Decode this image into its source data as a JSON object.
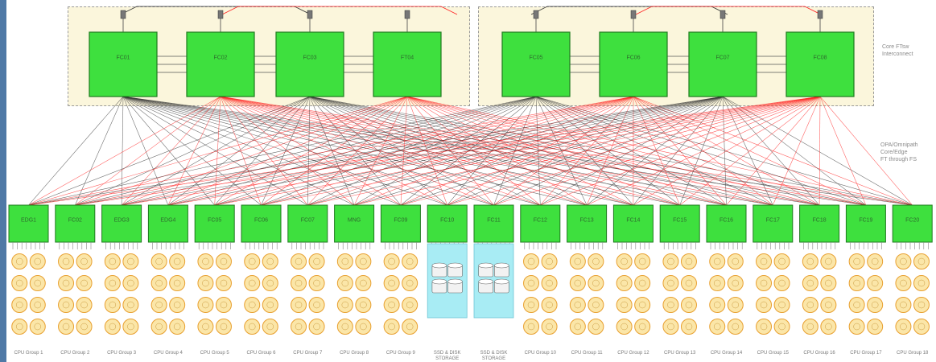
{
  "colors": {
    "frame": "#4f79a6",
    "switch_fill": "#3ee03e",
    "switch_stroke": "#1f7a1f",
    "core_panel": "#fbf6dc",
    "link_dark": "#333333",
    "link_red": "#ff2020",
    "node_fill": "#fbe6a8",
    "node_stroke": "#e8a030",
    "storage_panel": "#a8ecf4"
  },
  "labels": {
    "core_note": "Core FTsw\nInterconnect",
    "uplink_note": "OPA/Omnipath\nCore/Edge\nFT through FS"
  },
  "core_switches": [
    {
      "label": "FC01"
    },
    {
      "label": "FC02"
    },
    {
      "label": "FC03"
    },
    {
      "label": "FT04"
    },
    {
      "label": "FC05"
    },
    {
      "label": "FC06"
    },
    {
      "label": "FC07"
    },
    {
      "label": "FC08"
    }
  ],
  "edge_switches": [
    {
      "label": "EDG1",
      "type": "compute",
      "group": "CPU Group 1"
    },
    {
      "label": "FC02",
      "type": "compute",
      "group": "CPU Group 2"
    },
    {
      "label": "EDG3",
      "type": "compute",
      "group": "CPU Group 3"
    },
    {
      "label": "EDG4",
      "type": "compute",
      "group": "CPU Group 4"
    },
    {
      "label": "FC05",
      "type": "compute",
      "group": "CPU Group 5"
    },
    {
      "label": "FC06",
      "type": "compute",
      "group": "CPU Group 6"
    },
    {
      "label": "FC07",
      "type": "compute",
      "group": "CPU Group 7"
    },
    {
      "label": "MNG",
      "type": "compute",
      "group": "CPU Group 8"
    },
    {
      "label": "FC09",
      "type": "compute",
      "group": "CPU Group 9"
    },
    {
      "label": "FC10",
      "type": "storage",
      "group": "SSD & DISK\nSTORAGE"
    },
    {
      "label": "FC11",
      "type": "storage",
      "group": "SSD & DISK\nSTORAGE"
    },
    {
      "label": "FC12",
      "type": "compute",
      "group": "CPU Group 10"
    },
    {
      "label": "FC13",
      "type": "compute",
      "group": "CPU Group 11"
    },
    {
      "label": "FC14",
      "type": "compute",
      "group": "CPU Group 12"
    },
    {
      "label": "FC15",
      "type": "compute",
      "group": "CPU Group 13"
    },
    {
      "label": "FC16",
      "type": "compute",
      "group": "CPU Group 14"
    },
    {
      "label": "FC17",
      "type": "compute",
      "group": "CPU Group 15"
    },
    {
      "label": "FC18",
      "type": "compute",
      "group": "CPU Group 16"
    },
    {
      "label": "FC19",
      "type": "compute",
      "group": "CPU Group 17"
    },
    {
      "label": "FC20",
      "type": "compute",
      "group": "CPU Group 18"
    }
  ]
}
